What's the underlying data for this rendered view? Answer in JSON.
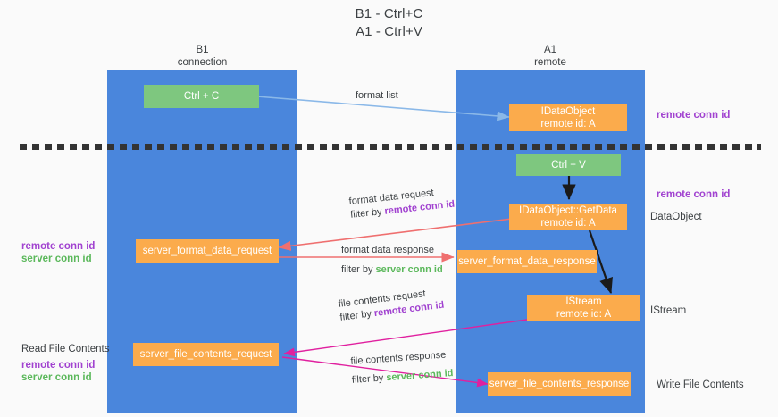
{
  "title": {
    "line1": "B1 - Ctrl+C",
    "line2": "A1 - Ctrl+V"
  },
  "columns": [
    {
      "id": "b1",
      "name": "B1",
      "sub": "connection"
    },
    {
      "id": "a1",
      "name": "A1",
      "sub": "remote"
    }
  ],
  "colors": {
    "lane": "#4a86dc",
    "node_green": "#7ec77f",
    "node_orange": "#fbab4c",
    "remote_conn_id": "#a142d0",
    "server_conn_id": "#5bb85b",
    "arrow_blue": "#8ab8e8",
    "arrow_red": "#ef6f6f",
    "arrow_magenta": "#e0209f",
    "arrow_black": "#1a1a1a",
    "text": "#3c4043",
    "background": "#fafafa"
  },
  "nodes": {
    "ctrl_c": {
      "line1": "Ctrl + C",
      "line2": ""
    },
    "idataobject": {
      "line1": "IDataObject",
      "line2": "remote id: A"
    },
    "ctrl_v": {
      "line1": "Ctrl + V",
      "line2": ""
    },
    "getdata": {
      "line1": "IDataObject::GetData",
      "line2": "remote id: A"
    },
    "server_format_data_request": {
      "line1": "server_format_data_request",
      "line2": ""
    },
    "server_format_data_response": {
      "line1": "server_format_data_response",
      "line2": ""
    },
    "istream": {
      "line1": "IStream",
      "line2": "remote id: A"
    },
    "server_file_contents_request": {
      "line1": "server_file_contents_request",
      "line2": ""
    },
    "server_file_contents_response": {
      "line1": "server_file_contents_response",
      "line2": ""
    }
  },
  "edge_labels": {
    "format_list": {
      "top": "format list",
      "bottom": "",
      "bottom_hl": ""
    },
    "format_data_request": {
      "top": "format data request",
      "bottom_prefix": "filter by ",
      "bottom_hl": "remote conn id"
    },
    "format_data_response": {
      "top": "format data response",
      "bottom_prefix": "filter by ",
      "bottom_hl": "server conn id"
    },
    "file_contents_request": {
      "top": "file contents request",
      "bottom_prefix": "filter by ",
      "bottom_hl": "remote conn id"
    },
    "file_contents_response": {
      "top": "file contents response",
      "bottom_prefix": "filter by ",
      "bottom_hl": "server conn id"
    }
  },
  "annotations": {
    "right_remote_conn_id_top": "remote conn id",
    "right_remote_conn_id_mid": "remote conn id",
    "right_dataobject": "DataObject",
    "right_istream": "IStream",
    "right_write_file_contents": "Write File Contents",
    "left_remote_conn_id_1": "remote conn id",
    "left_server_conn_id_1": "server conn id",
    "left_read_file_contents": "Read File Contents",
    "left_remote_conn_id_2": "remote conn id",
    "left_server_conn_id_2": "server conn id"
  },
  "chart_data": {
    "type": "diagram",
    "title": "B1 - Ctrl+C / A1 - Ctrl+V",
    "lanes": [
      "B1 connection",
      "A1 remote"
    ],
    "flows": [
      {
        "from": "Ctrl + C",
        "to": "IDataObject remote id: A",
        "label": "format list",
        "color": "#8ab8e8"
      },
      {
        "from": "Ctrl + V",
        "to": "IDataObject::GetData remote id: A",
        "label": "",
        "color": "#1a1a1a"
      },
      {
        "from": "IDataObject::GetData remote id: A",
        "to": "server_format_data_request",
        "label": "format data request / filter by remote conn id",
        "color": "#ef6f6f"
      },
      {
        "from": "server_format_data_request",
        "to": "server_format_data_response",
        "label": "format data response / filter by server conn id",
        "color": "#ef6f6f"
      },
      {
        "from": "IDataObject::GetData remote id: A",
        "to": "IStream remote id: A",
        "label": "",
        "color": "#1a1a1a"
      },
      {
        "from": "IStream remote id: A",
        "to": "server_file_contents_request",
        "label": "file contents request / filter by remote conn id",
        "color": "#e0209f"
      },
      {
        "from": "server_file_contents_request",
        "to": "server_file_contents_response",
        "label": "file contents response / filter by server conn id",
        "color": "#e0209f"
      }
    ]
  }
}
